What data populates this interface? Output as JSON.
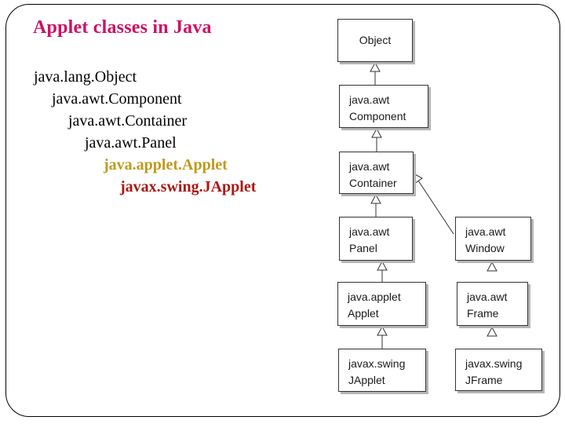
{
  "slide": {
    "title": "Applet classes in Java"
  },
  "colors": {
    "title": "#cc1166",
    "applet_highlight": "#bf9a1e",
    "japplet_highlight": "#a61a15",
    "list_text": "#000000",
    "box_border": "#333333",
    "box_shadow": "#b5b5b5",
    "background": "#ffffff"
  },
  "hierarchy_list": {
    "items": [
      "java.lang.Object",
      "java.awt.Component",
      "java.awt.Container",
      "java.awt.Panel",
      "java.applet.Applet",
      "javax.swing.JApplet"
    ]
  },
  "diagram": {
    "boxes": {
      "object": {
        "line1": "Object",
        "line2": ""
      },
      "component": {
        "line1": "java.awt",
        "line2": "Component"
      },
      "container": {
        "line1": "java.awt",
        "line2": "Container"
      },
      "panel": {
        "line1": "java.awt",
        "line2": "Panel"
      },
      "window": {
        "line1": "java.awt",
        "line2": "Window"
      },
      "applet": {
        "line1": "java.applet",
        "line2": "Applet"
      },
      "frame": {
        "line1": "java.awt",
        "line2": "Frame"
      },
      "japplet": {
        "line1": "javax.swing",
        "line2": "JApplet"
      },
      "jframe": {
        "line1": "javax.swing",
        "line2": "JFrame"
      }
    },
    "edges": [
      {
        "from": "component",
        "to": "object",
        "type": "inheritance"
      },
      {
        "from": "container",
        "to": "component",
        "type": "inheritance"
      },
      {
        "from": "panel",
        "to": "container",
        "type": "inheritance"
      },
      {
        "from": "window",
        "to": "container",
        "type": "inheritance"
      },
      {
        "from": "applet",
        "to": "panel",
        "type": "inheritance"
      },
      {
        "from": "frame",
        "to": "window",
        "type": "inheritance"
      },
      {
        "from": "japplet",
        "to": "applet",
        "type": "inheritance"
      },
      {
        "from": "jframe",
        "to": "frame",
        "type": "inheritance"
      }
    ]
  }
}
